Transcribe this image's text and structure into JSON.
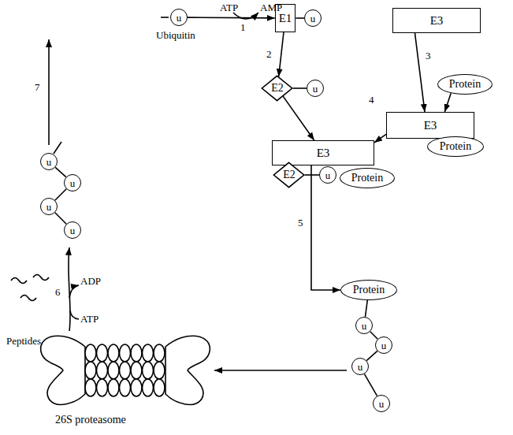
{
  "diagram": {
    "nodes": [
      {
        "text": [
          "u"
        ]
      },
      {
        "text": [
          "E1"
        ]
      },
      {
        "text": [
          "u"
        ]
      },
      {
        "text": [
          "E3"
        ]
      },
      {
        "text": [
          "Protein"
        ]
      },
      {
        "text": [
          "E2"
        ]
      },
      {
        "text": [
          "u"
        ]
      },
      {
        "text": [
          "E3"
        ]
      },
      {
        "text": [
          "Protein"
        ]
      },
      {
        "text": [
          "E3"
        ]
      },
      {
        "text": [
          "E2"
        ]
      },
      {
        "text": [
          "u"
        ]
      },
      {
        "text": [
          "Protein"
        ]
      },
      {
        "text": [
          "Protein"
        ]
      },
      {
        "text": [
          "u"
        ]
      },
      {
        "text": [
          "u"
        ]
      },
      {
        "text": [
          "u"
        ]
      },
      {
        "text": [
          "u"
        ]
      },
      {
        "text": [
          "u"
        ]
      },
      {
        "text": [
          "u"
        ]
      },
      {
        "text": [
          "u"
        ]
      },
      {
        "text": [
          "u"
        ]
      }
    ],
    "edges": [
      {
        "from": 0,
        "to": 1,
        "arrow": "to"
      },
      {
        "from": 1,
        "to": 2,
        "arrow": "none"
      },
      {
        "from": 1,
        "to": 5,
        "arrow": "to"
      },
      {
        "from": 5,
        "to": 6,
        "arrow": "none"
      },
      {
        "from": 3,
        "to": 7,
        "arrow": "to"
      },
      {
        "from": 4,
        "to": 7,
        "arrow": "to"
      },
      {
        "from": 7,
        "to": 9,
        "arrow": "to"
      },
      {
        "from": 5,
        "to": 9,
        "arrow": "to"
      },
      {
        "from": 10,
        "to": 11,
        "arrow": "none"
      },
      {
        "from": 9,
        "to": 13,
        "arrow": "to"
      },
      {
        "from": 13,
        "to": 14,
        "arrow": "none"
      },
      {
        "from": 14,
        "to": 15,
        "arrow": "none"
      },
      {
        "from": 15,
        "to": 16,
        "arrow": "none"
      },
      {
        "from": 16,
        "to": 17,
        "arrow": "none"
      },
      {
        "from": 18,
        "to": 19,
        "arrow": "none"
      },
      {
        "from": 19,
        "to": 20,
        "arrow": "none"
      },
      {
        "from": 20,
        "to": 21,
        "arrow": "none"
      }
    ],
    "labels": [
      "ATP",
      "AMP",
      "1",
      "Ubiquitin",
      "2",
      "3",
      "4",
      "5",
      "7",
      "6",
      "ADP",
      "ATP",
      "Peptides",
      "26S proteasome"
    ]
  }
}
